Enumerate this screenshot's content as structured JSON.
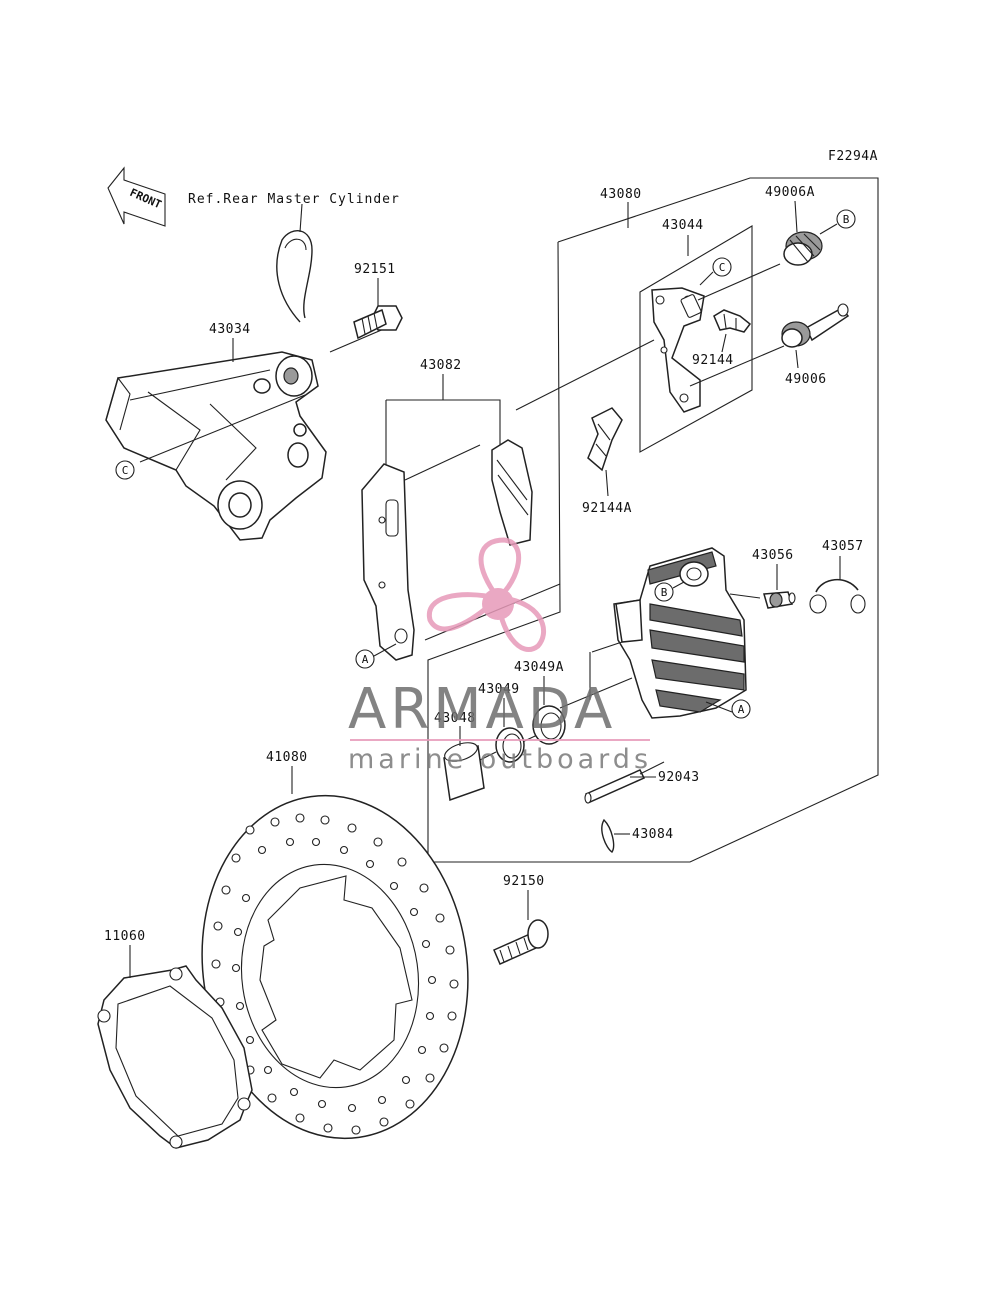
{
  "figure_code": "F2294A",
  "front_arrow_label": "FRONT",
  "reference_note": "Ref.Rear Master Cylinder",
  "part_labels": {
    "p43080": "43080",
    "p43044": "43044",
    "p49006A": "49006A",
    "p92151": "92151",
    "p43034": "43034",
    "p43082": "43082",
    "p92144": "92144",
    "p49006": "49006",
    "p92144A": "92144A",
    "p43056": "43056",
    "p43057": "43057",
    "p43049A": "43049A",
    "p43049": "43049",
    "p43048": "43048",
    "p92043": "92043",
    "p43084": "43084",
    "p41080": "41080",
    "p92150": "92150",
    "p11060": "11060"
  },
  "callouts": {
    "a_pad": "A",
    "a_caliper": "A",
    "b_top": "B",
    "b_caliper": "B",
    "c_top": "C",
    "c_bracket": "C"
  },
  "watermark": {
    "brand": "ARMADA",
    "tagline": "marine outboards",
    "colors": {
      "logo_pink": "#e79ab9",
      "text_gray": "#6e6e6e"
    }
  }
}
